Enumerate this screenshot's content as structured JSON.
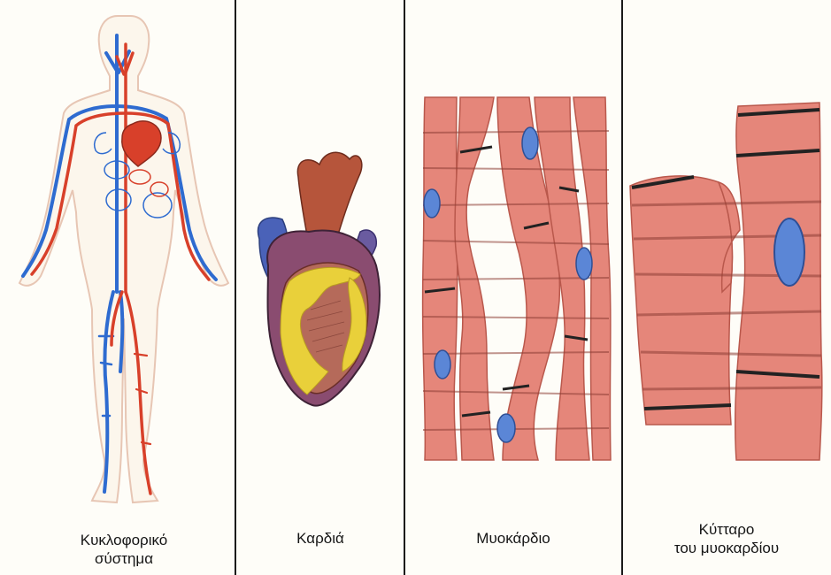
{
  "panels": [
    {
      "id": "circulatory-system",
      "caption": "Κυκλοφορικό\nσύστημα"
    },
    {
      "id": "heart",
      "caption": "Καρδιά"
    },
    {
      "id": "myocardium",
      "caption": "Μυοκάρδιο"
    },
    {
      "id": "myocardial-cell",
      "caption": "Κύτταρο\nτου μυοκαρδίου"
    }
  ],
  "colors": {
    "artery": "#d8402a",
    "vein": "#2e6bd0",
    "muscle": "#e5867a",
    "muscle_dark": "#b9584c",
    "nucleus": "#5b86d6",
    "fat": "#e9d03a",
    "divider": "#1a1a1a"
  }
}
